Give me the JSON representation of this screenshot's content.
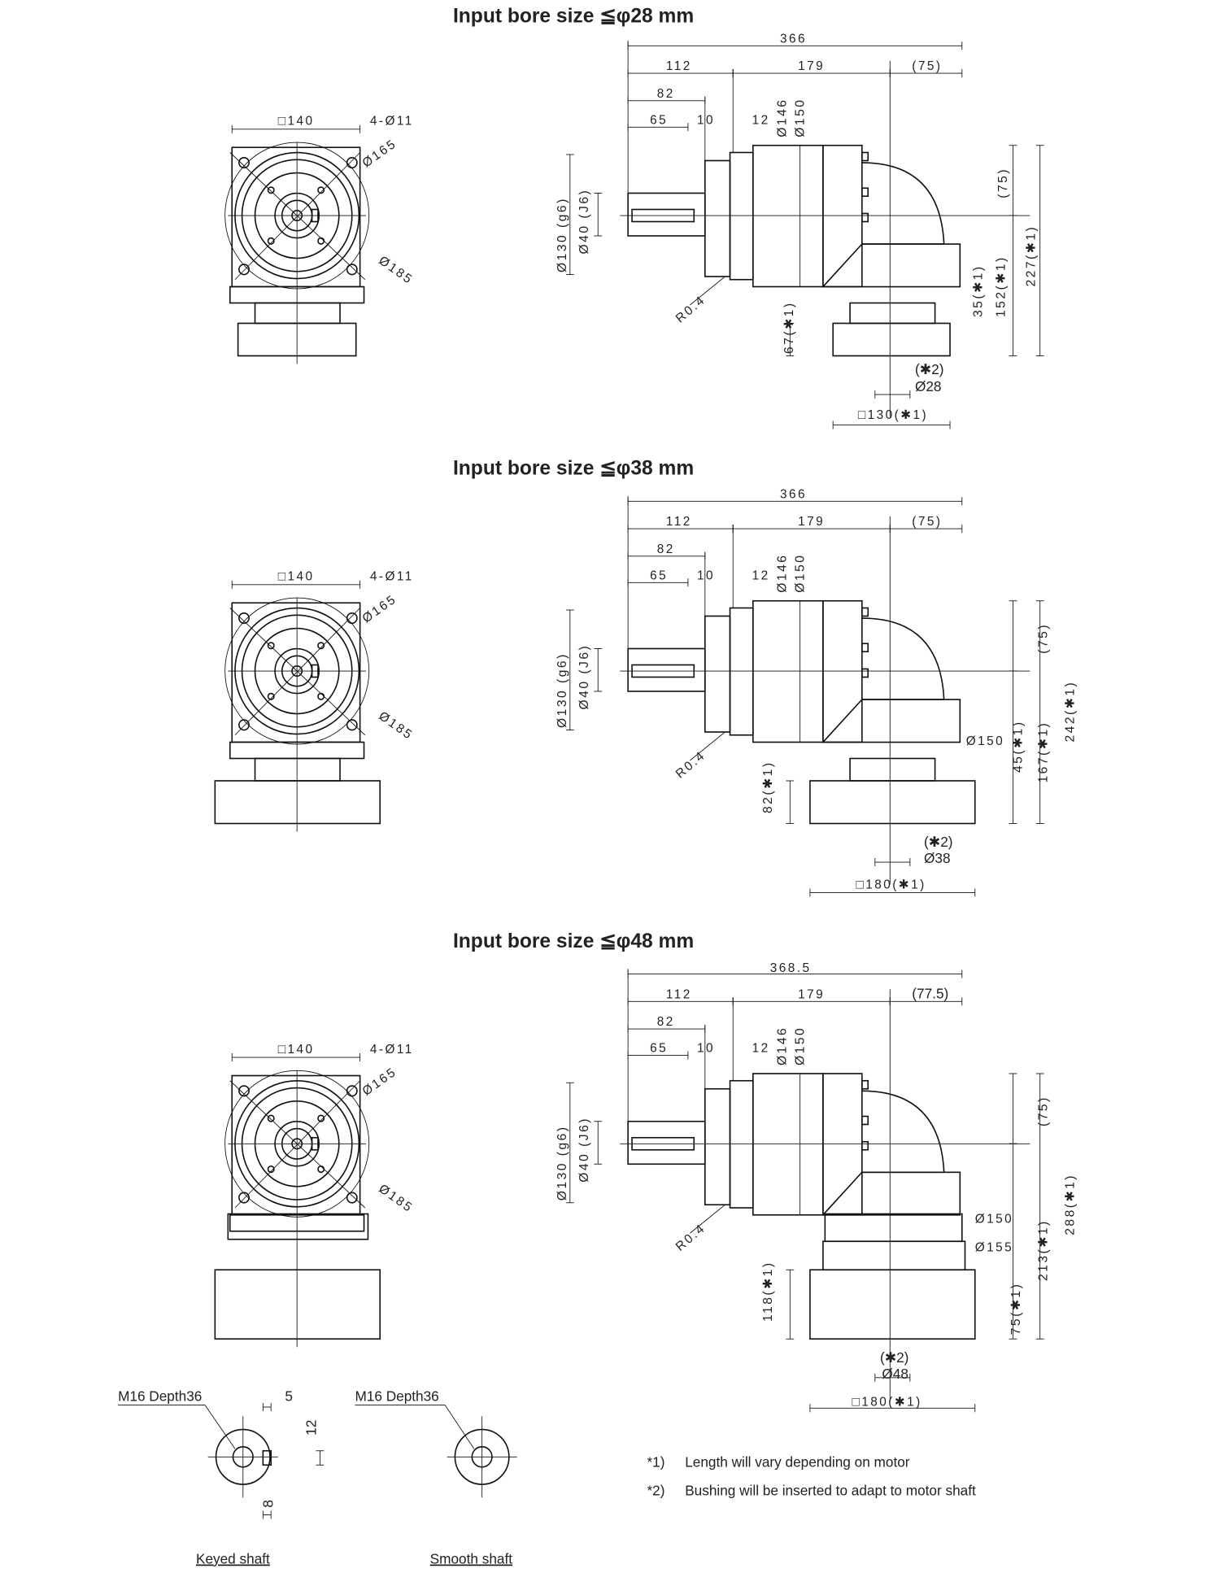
{
  "sections": [
    {
      "title": "Input bore size  ≦φ28 mm",
      "front": {
        "square": "□140",
        "holes": "4-Ø11",
        "pcd": "Ø165",
        "outer": "Ø185"
      },
      "side": {
        "total": "366",
        "a": "112",
        "b": "179",
        "c": "(75)",
        "d82": "82",
        "d65": "65",
        "d10": "10",
        "d12": "12",
        "d146": "Ø146",
        "d150": "Ø150",
        "d130": "Ø130 (g6)",
        "d40": "Ø40 (J6)",
        "r": "R0.4",
        "v75": "(75)",
        "v1": "35(✱1)",
        "v2": "152(✱1)",
        "v3": "227(✱1)",
        "v4": "67(✱1)",
        "note2": "(✱2)",
        "bore": "Ø28",
        "motor": "□130(✱1)"
      }
    },
    {
      "title": "Input bore size  ≦φ38 mm",
      "front": {
        "square": "□140",
        "holes": "4-Ø11",
        "pcd": "Ø165",
        "outer": "Ø185"
      },
      "side": {
        "total": "366",
        "a": "112",
        "b": "179",
        "c": "(75)",
        "d82": "82",
        "d65": "65",
        "d10": "10",
        "d12": "12",
        "d146": "Ø146",
        "d150": "Ø150",
        "d130": "Ø130 (g6)",
        "d40": "Ø40 (J6)",
        "r": "R0.4",
        "v75": "(75)",
        "p150": "Ø150",
        "v1": "45(✱1)",
        "v2": "167(✱1)",
        "v3": "242(✱1)",
        "v4": "82(✱1)",
        "note2": "(✱2)",
        "bore": "Ø38",
        "motor": "□180(✱1)"
      }
    },
    {
      "title": "Input bore size  ≦φ48 mm",
      "front": {
        "square": "□140",
        "holes": "4-Ø11",
        "pcd": "Ø165",
        "outer": "Ø185"
      },
      "side": {
        "total": "368.5",
        "a": "112",
        "b": "179",
        "c": "(77.5)",
        "d82": "82",
        "d65": "65",
        "d10": "10",
        "d12": "12",
        "d146": "Ø146",
        "d150": "Ø150",
        "d130": "Ø130 (g6)",
        "d40": "Ø40 (J6)",
        "r": "R0.4",
        "v75": "(75)",
        "p150": "Ø150",
        "p155": "Ø155",
        "v1": "75(✱1)",
        "v2": "213(✱1)",
        "v3": "288(✱1)",
        "v4": "118(✱1)",
        "note2": "(✱2)",
        "bore": "Ø48",
        "motor": "□180(✱1)"
      }
    }
  ],
  "shafts": {
    "keyed": {
      "thread": "M16 Depth36",
      "w": "5",
      "h": "12",
      "k": "8",
      "label": "Keyed shaft"
    },
    "smooth": {
      "thread": "M16 Depth36",
      "label": "Smooth shaft"
    }
  },
  "notes": [
    {
      "mark": "*1)",
      "text": "Length will vary depending on motor"
    },
    {
      "mark": "*2)",
      "text": "Bushing will be inserted to adapt to motor shaft"
    }
  ]
}
